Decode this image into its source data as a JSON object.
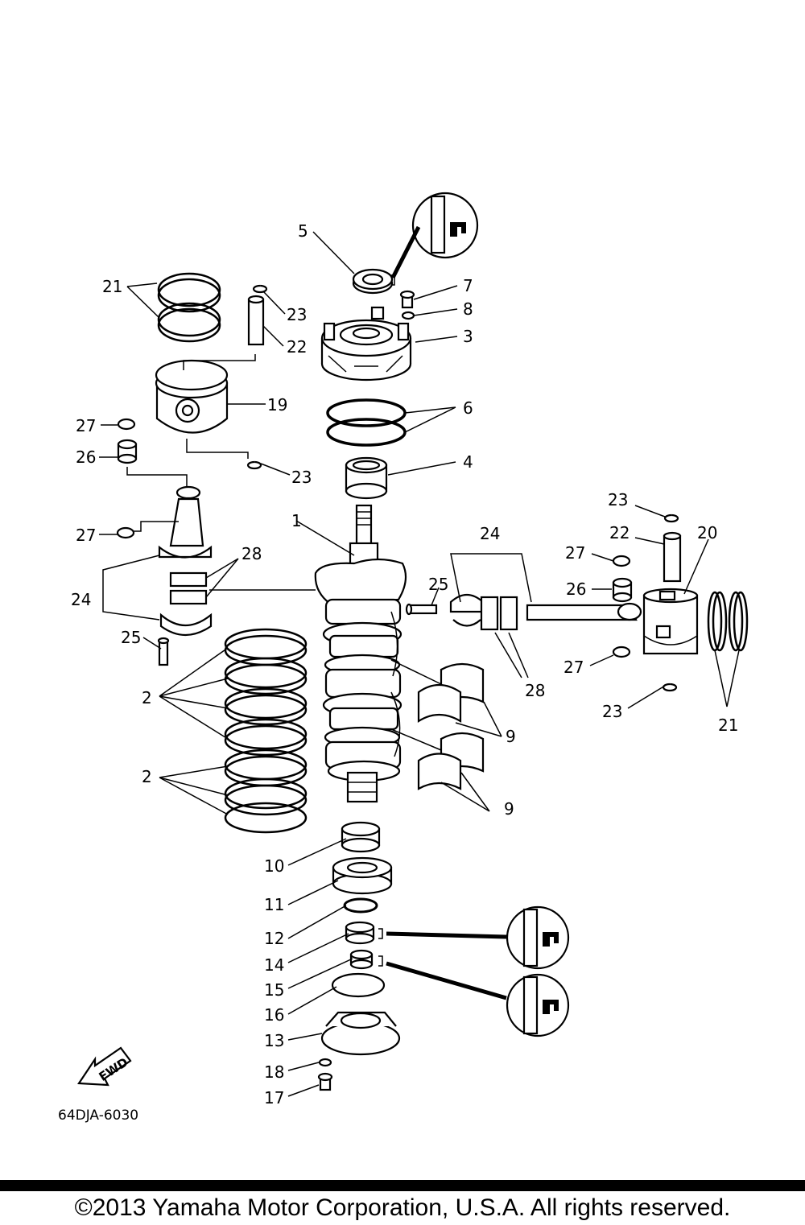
{
  "diagram_code": "64DJA-6030",
  "fwd_label": "FWD",
  "copyright": "©2013 Yamaha Motor Corporation, U.S.A. All rights reserved.",
  "callouts": {
    "l1": "1",
    "l2a": "2",
    "l2b": "2",
    "l3": "3",
    "l4": "4",
    "l5": "5",
    "l6": "6",
    "l7": "7",
    "l8": "8",
    "l9a": "9",
    "l9b": "9",
    "l10": "10",
    "l11": "11",
    "l12": "12",
    "l13": "13",
    "l14": "14",
    "l15": "15",
    "l16": "16",
    "l17": "17",
    "l18": "18",
    "l19": "19",
    "l20": "20",
    "l21a": "21",
    "l21b": "21",
    "l22a": "22",
    "l22b": "22",
    "l23a": "23",
    "l23b": "23",
    "l23c": "23",
    "l23d": "23",
    "l24a": "24",
    "l24b": "24",
    "l25a": "25",
    "l25b": "25",
    "l26a": "26",
    "l26b": "26",
    "l27a": "27",
    "l27b": "27",
    "l27c": "27",
    "l27d": "27",
    "l28a": "28",
    "l28b": "28"
  }
}
